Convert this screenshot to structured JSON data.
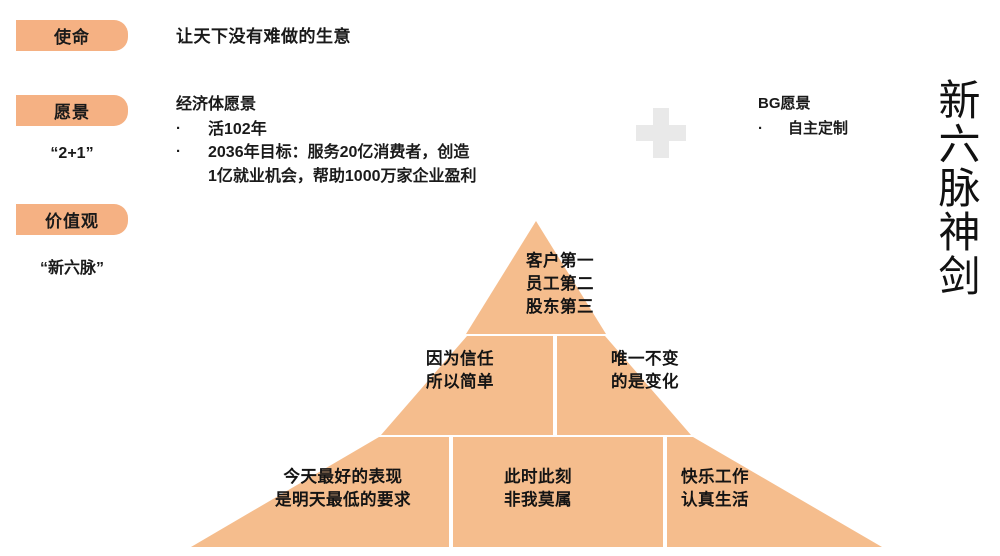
{
  "slide": {
    "background_color": "#ffffff",
    "chip_color": "#f5b183",
    "pyramid_color": "#f5bd8d",
    "pyramid_divider_color": "#ffffff",
    "plus_color": "#e9e9e9",
    "text_color": "#141414"
  },
  "vertical_title": "新六脉神剑",
  "rows": {
    "mission": {
      "chip_label": "使命",
      "text": "让天下没有难做的生意"
    },
    "vision": {
      "chip_label": "愿景",
      "sub_caption": "“2+1”",
      "economy": {
        "heading": "经济体愿景",
        "bullets": [
          "活102年",
          "2036年目标：服务20亿消费者，创造\n1亿就业机会，帮助1000万家企业盈利"
        ]
      },
      "plus_icon": "plus-icon",
      "bg": {
        "heading": "BG愿景",
        "bullets": [
          "自主定制"
        ]
      }
    },
    "values": {
      "chip_label": "价值观",
      "sub_caption": "“新六脉”"
    }
  },
  "pyramid": {
    "apex": "客户第一\n员工第二\n股东第三",
    "middle": [
      "因为信任\n所以简单",
      "唯一不变\n的是变化"
    ],
    "bottom": [
      "今天最好的表现\n是明天最低的要求",
      "此时此刻\n非我莫属",
      "快乐工作\n认真生活"
    ]
  },
  "bullet_glyph": "·"
}
